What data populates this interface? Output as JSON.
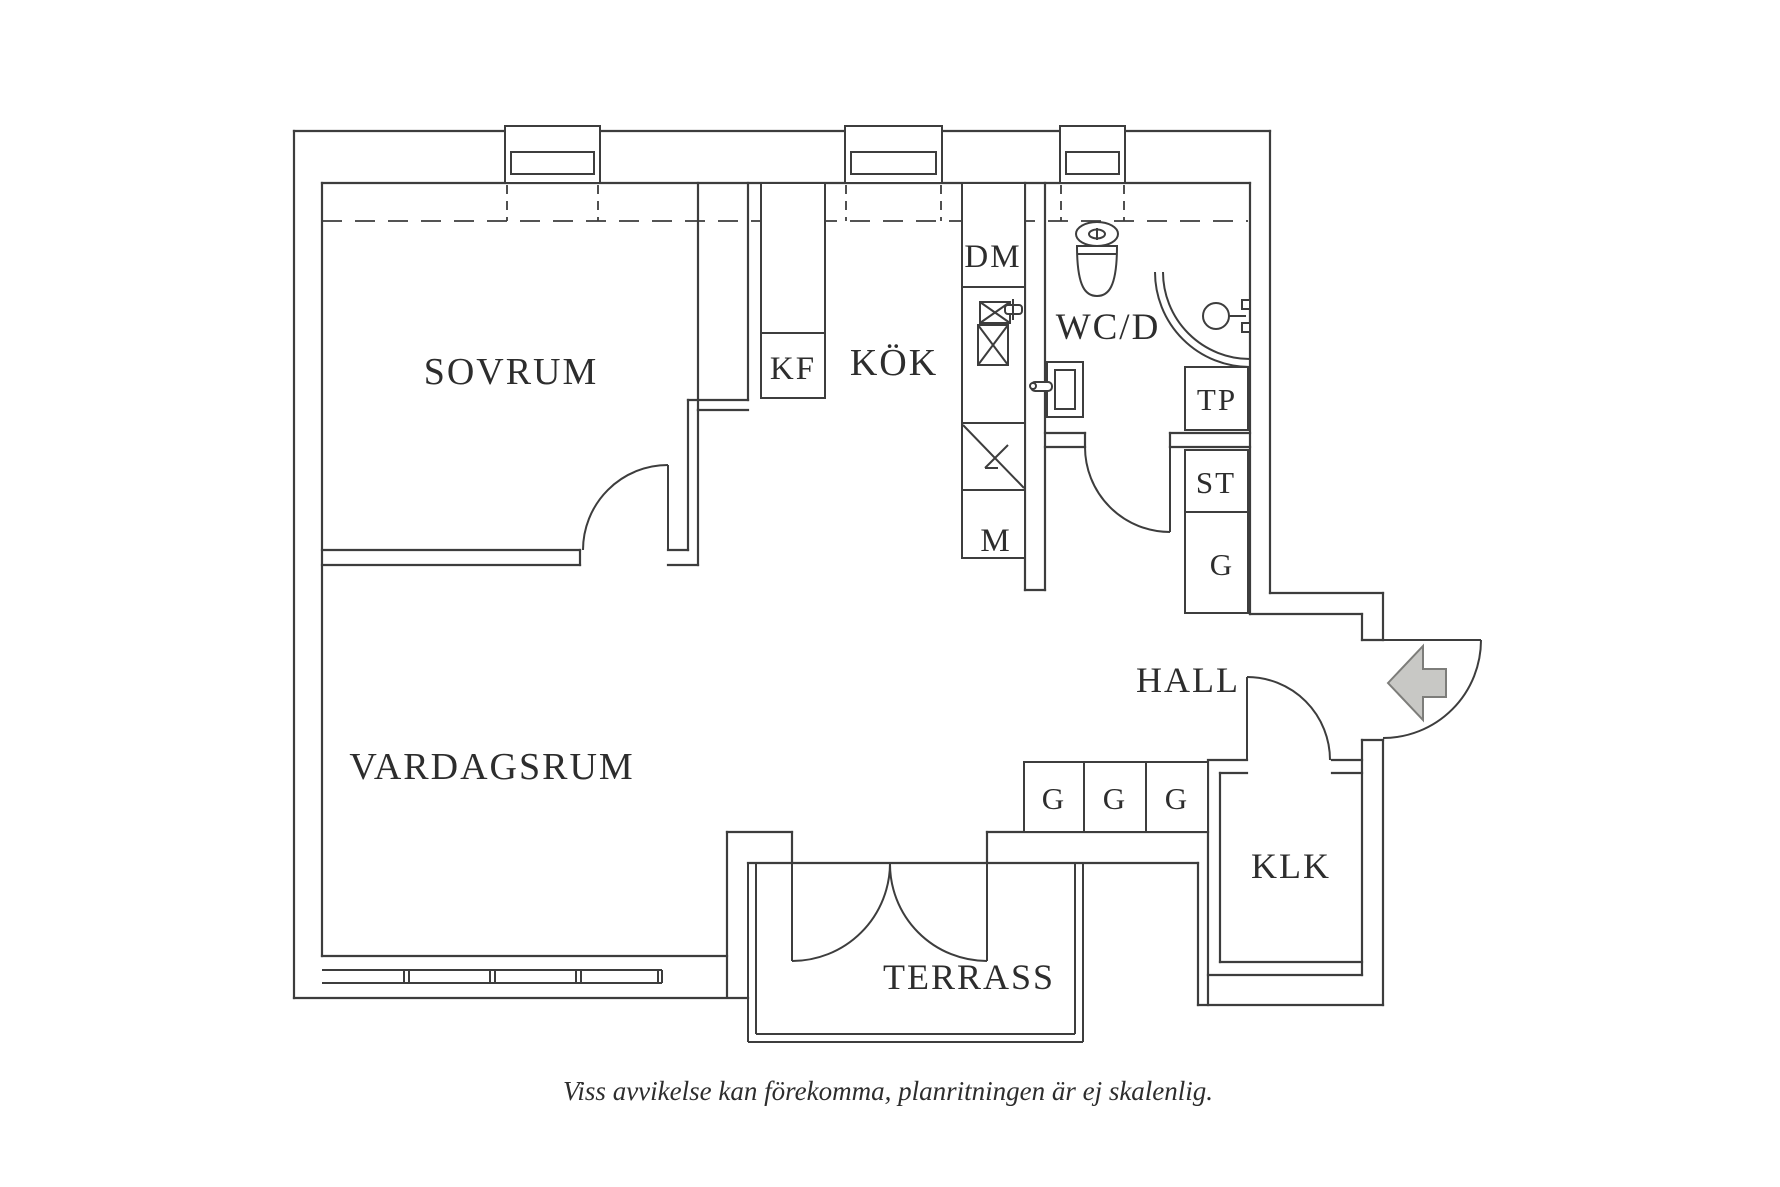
{
  "plan": {
    "type": "apartment-floor-plan",
    "colors": {
      "background": "#ffffff",
      "line": "#3d3d3d",
      "text": "#2d2d2d",
      "arrow_fill": "#c8c8c5",
      "arrow_stroke": "#7d7d7a"
    },
    "rooms": {
      "sovrum": "SOVRUM",
      "vardagsrum": "VARDAGSRUM",
      "kok": "KÖK",
      "kf": "KF",
      "dm": "DM",
      "m": "M",
      "wcd": "WC/D",
      "tp": "TP",
      "st": "ST",
      "g_st": "G",
      "hall": "HALL",
      "g_row": [
        "G",
        "G",
        "G"
      ],
      "klk": "KLK",
      "terrass": "TERRASS"
    },
    "footer": {
      "disclaimer": "Viss avvikelse kan förekomma, planritningen är ej skalenlig."
    }
  }
}
